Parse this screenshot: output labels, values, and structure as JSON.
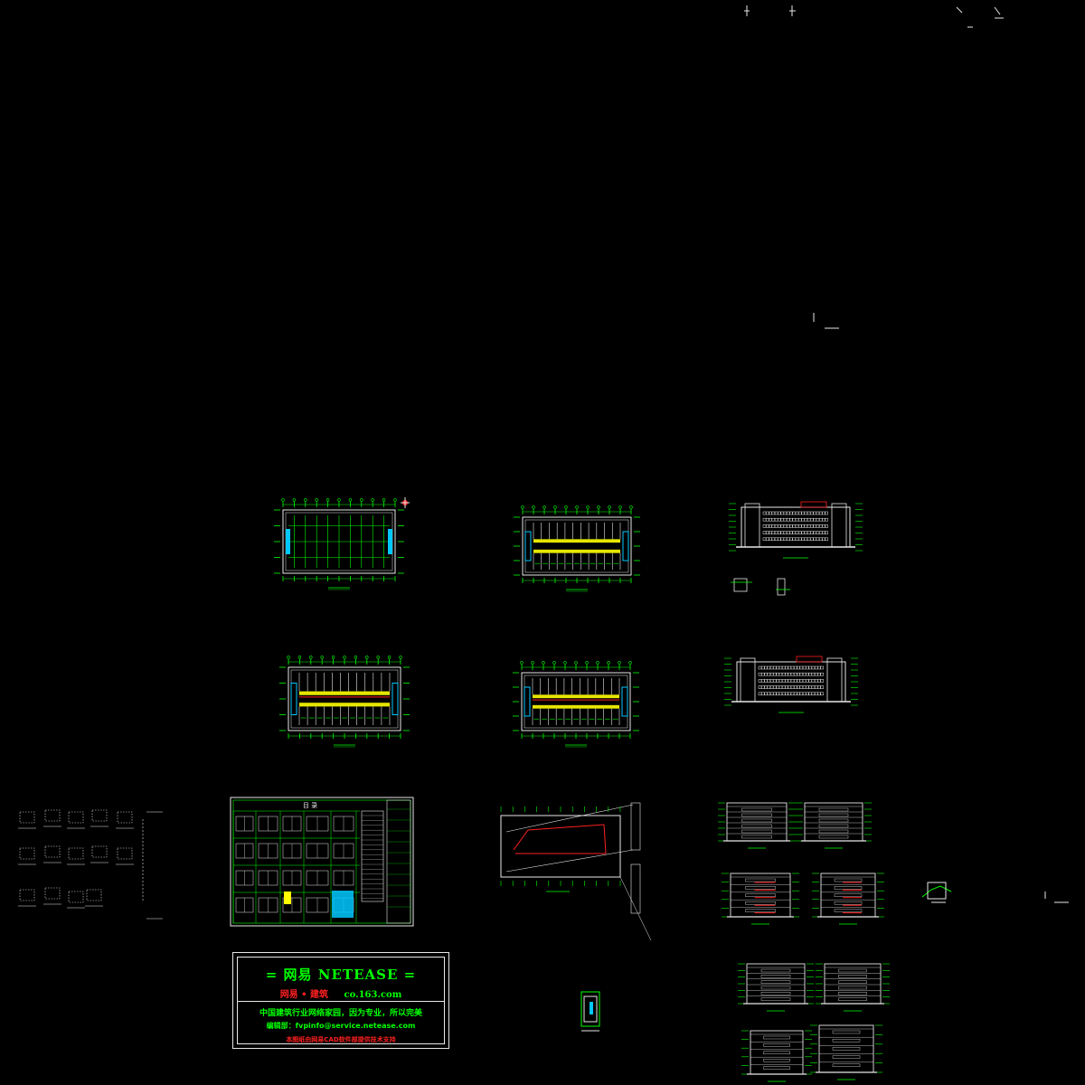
{
  "viewport": {
    "background": "#000000"
  },
  "colors": {
    "green": "#00ff00",
    "white": "#e8e8e8",
    "yellow": "#ffff00",
    "red": "#ff2020",
    "cyan": "#00c8ff"
  },
  "netease_box": {
    "title": "= 网易 NETEASE =",
    "sub_red": "网易 • 建筑",
    "sub_green": "co.163.com",
    "line1": "中国建筑行业网络家园，因为专业，所以完美",
    "line2": "编辑部：fvpinfo@service.netease.com",
    "line3": "本图纸由网易CAD软件部提供技术支持"
  },
  "drawing_index_sheet": {
    "title": "目 录"
  }
}
